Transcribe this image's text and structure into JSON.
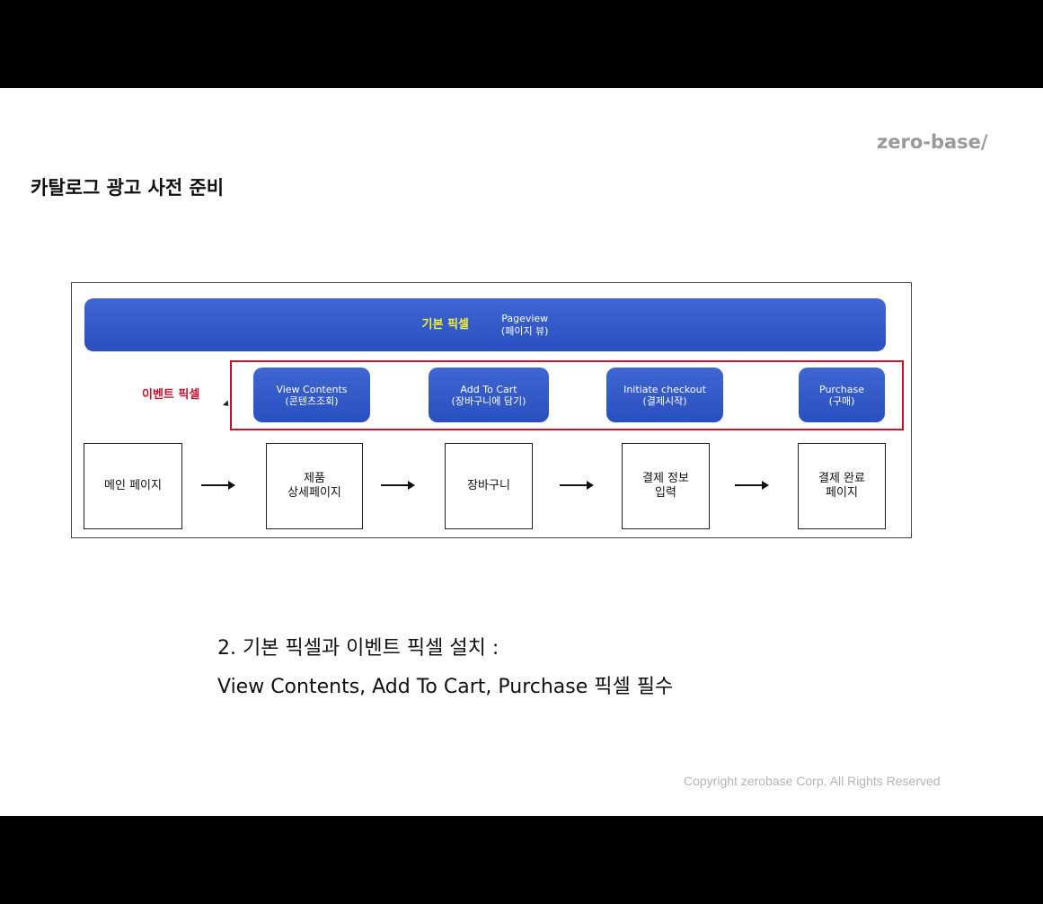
{
  "logo": "zero-base/",
  "title": "카탈로그 광고 사전 준비",
  "diagram": {
    "base_label": "기본 픽셀",
    "base_text": "Pageview\n(페이지 뷰)",
    "event_label": "이벤트 픽셀",
    "events": [
      {
        "name": "View Contents",
        "sub": "(콘텐츠조회)"
      },
      {
        "name": "Add To Cart",
        "sub": "(장바구니에 담기)"
      },
      {
        "name": "Initiate checkout",
        "sub": "(결제시작)"
      },
      {
        "name": "Purchase",
        "sub": "(구매)"
      }
    ],
    "steps": [
      "메인 페이지",
      "제품\n상세페이지",
      "장바구니",
      "결제 정보\n입력",
      "결제 완료\n페이지"
    ]
  },
  "caption_line1": "2. 기본 픽셀과 이벤트 픽셀 설치 :",
  "caption_line2": "View Contents, Add To Cart, Purchase 픽셀 필수",
  "copyright": "Copyright zerobase Corp. All Rights Reserved"
}
